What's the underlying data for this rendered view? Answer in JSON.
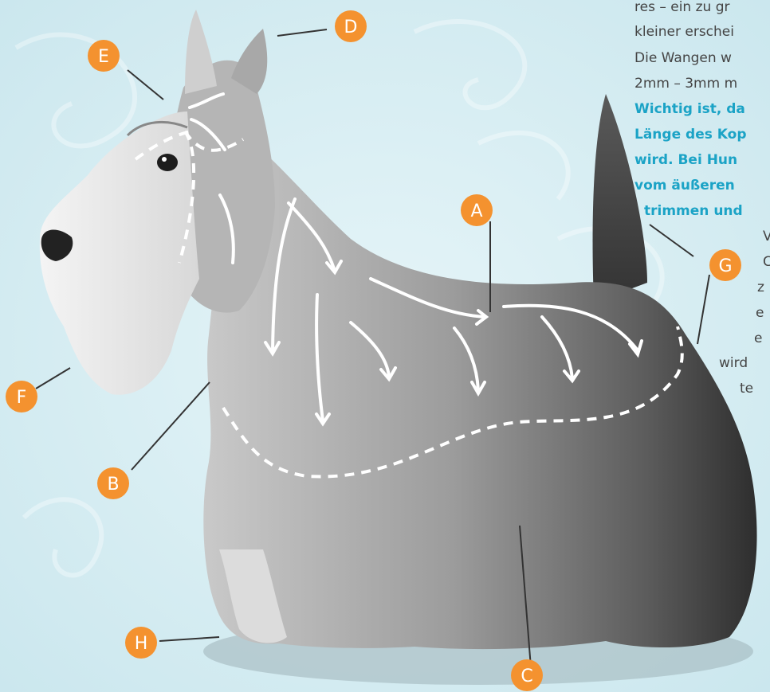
{
  "colors": {
    "background": "#d6eef3",
    "badge": "#f4922f",
    "highlight_text": "#1ba3c6",
    "body_text": "#444444"
  },
  "text_lines": [
    "res – ein zu gr",
    "kleiner erschei",
    "Die Wangen w",
    "2mm – 3mm m"
  ],
  "highlight_lines": [
    "Wichtig ist, da",
    "Länge des Kop",
    "wird. Bei Hun",
    "vom äußeren",
    "trimmen und"
  ],
  "trailing_lines": [
    "V",
    "C",
    "z",
    "e",
    "e",
    "wird",
    "te"
  ],
  "labels": [
    "A",
    "B",
    "C",
    "D",
    "E",
    "F",
    "G",
    "H"
  ]
}
